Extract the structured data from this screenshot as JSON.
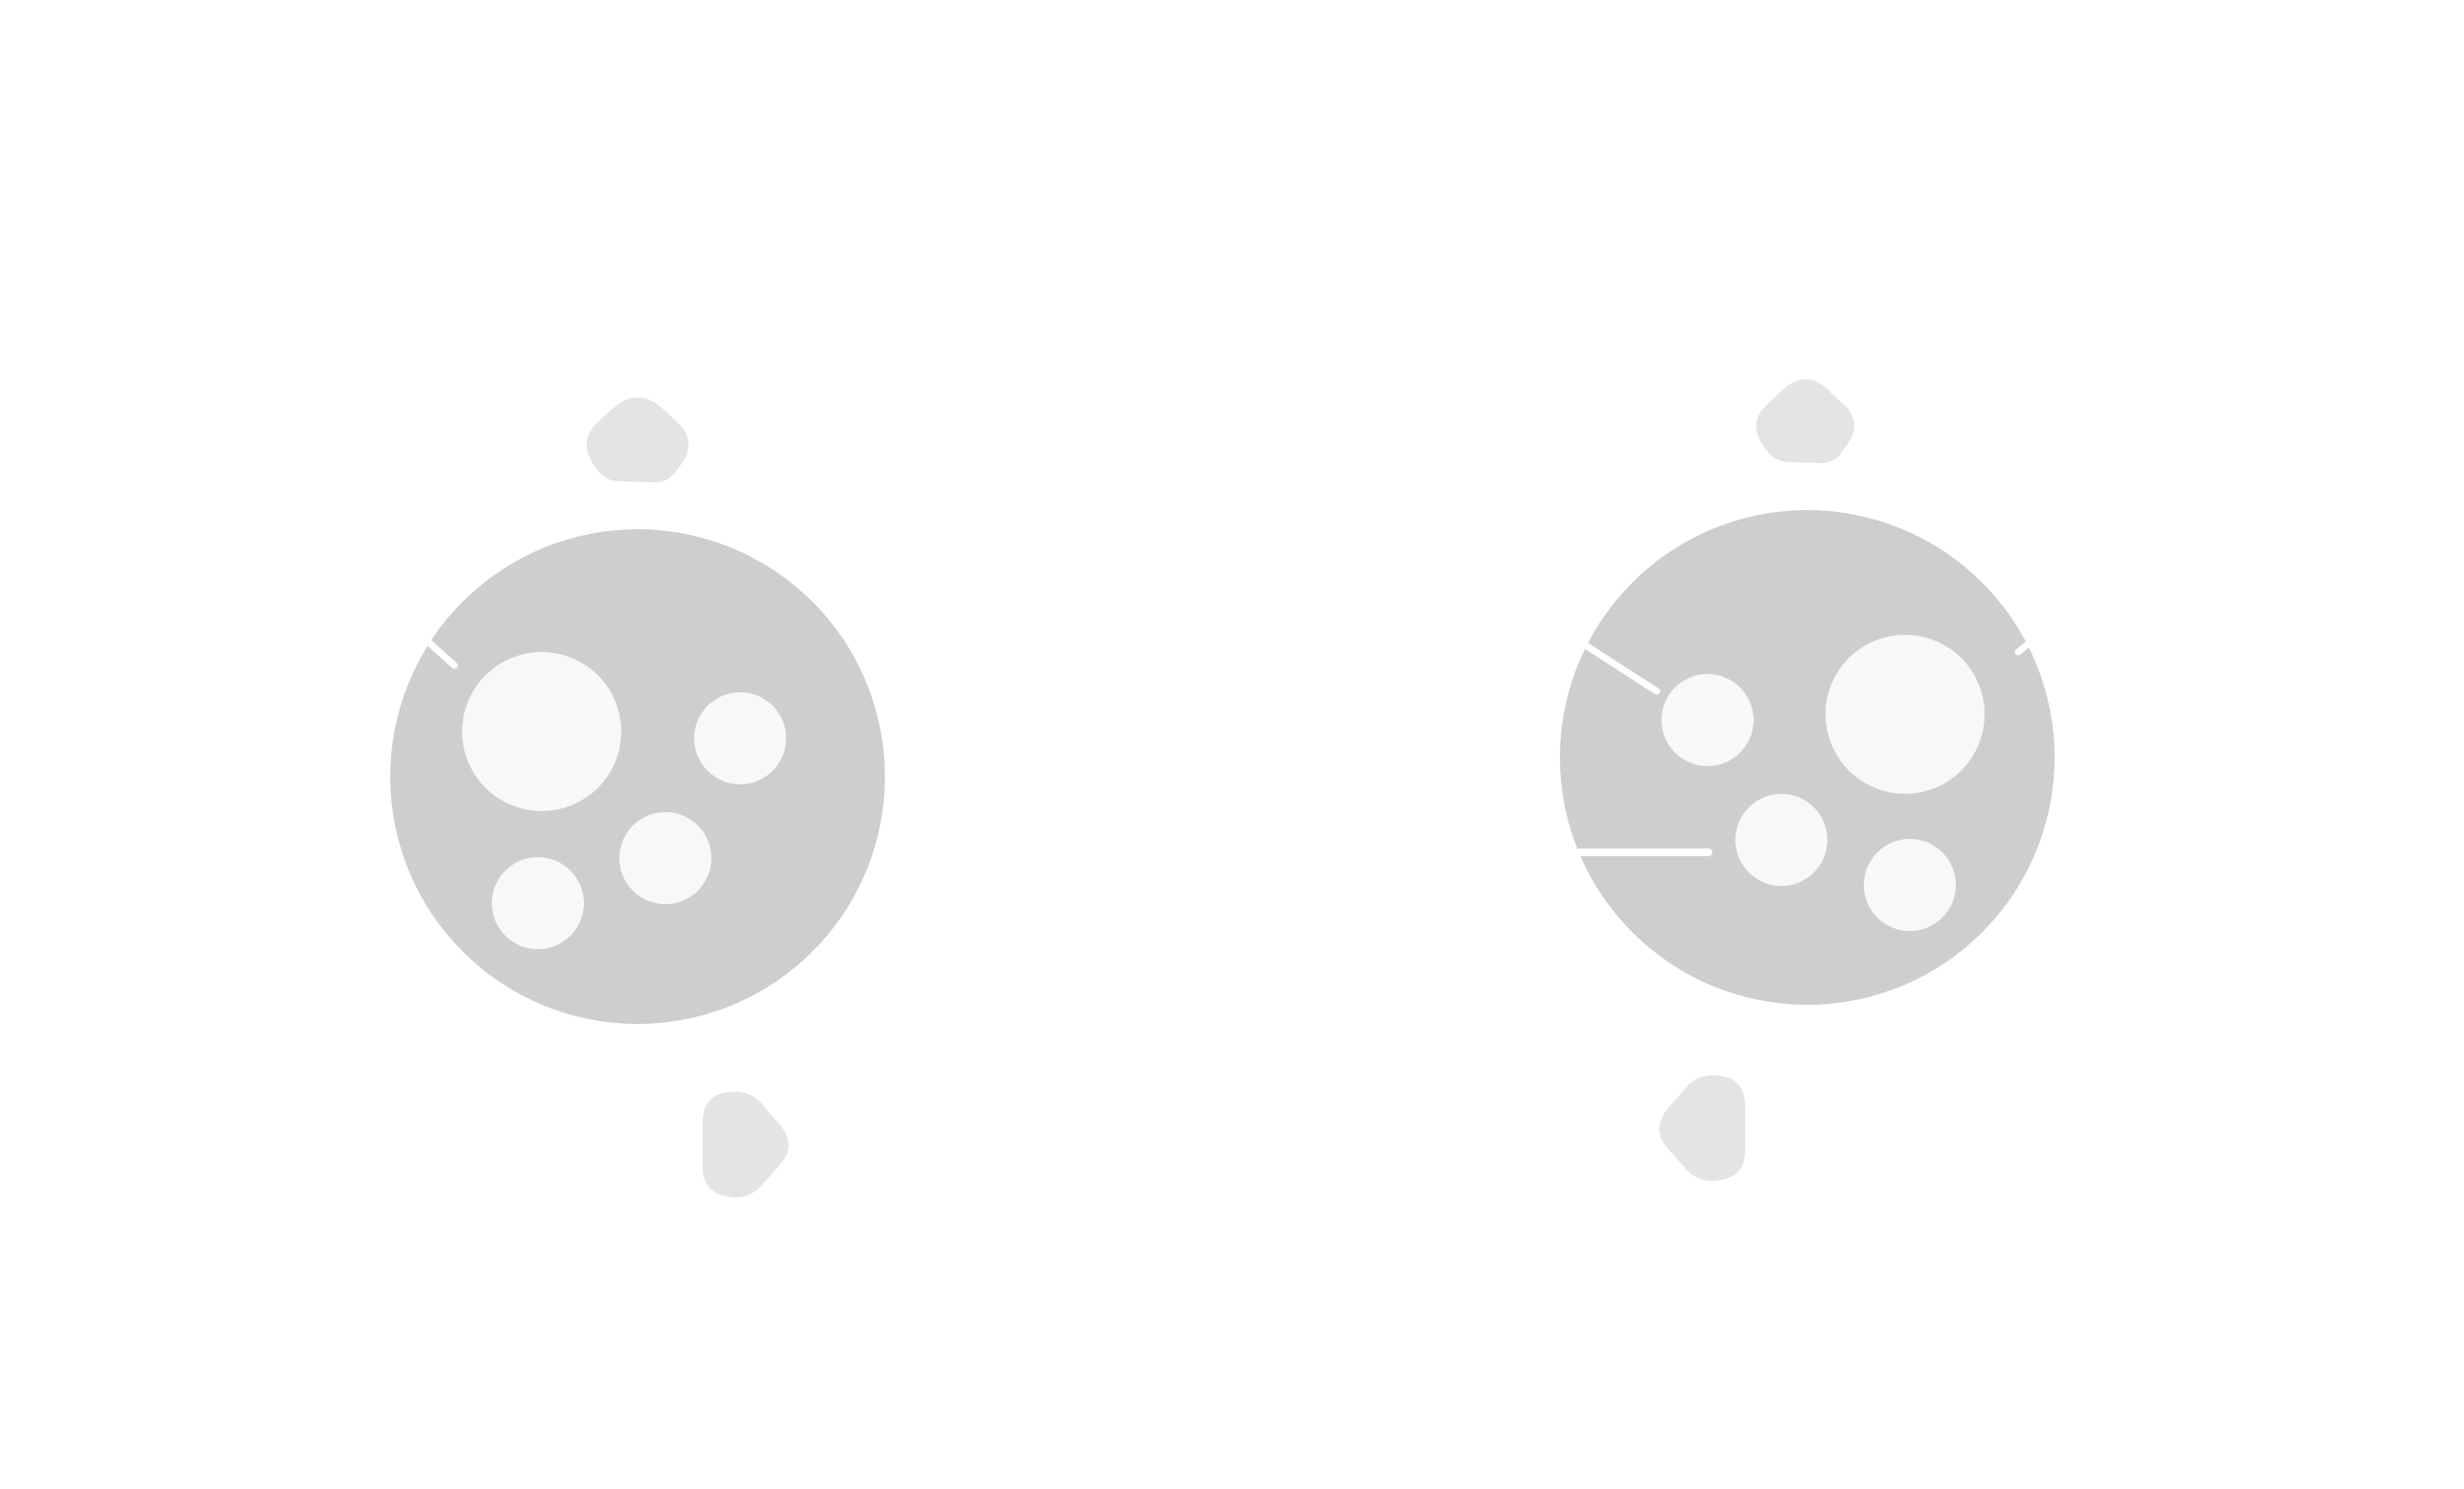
{
  "colors": {
    "background": "#ffffff",
    "disc": "#cecece",
    "hole": "#f8f8f8",
    "knob": "#e4e4e4",
    "scratch": "#ffffff"
  },
  "figures": [
    {
      "name": "left-disc-figure",
      "hole_count": 4,
      "knob_count": 2,
      "scratch_count": 1
    },
    {
      "name": "right-disc-figure",
      "hole_count": 4,
      "knob_count": 2,
      "scratch_count": 3
    }
  ]
}
